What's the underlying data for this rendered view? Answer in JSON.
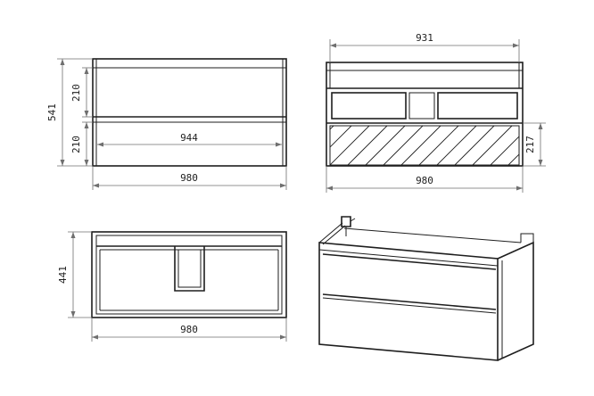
{
  "views": {
    "front": {
      "height_total": "541",
      "upper_drawer": "210",
      "lower_drawer": "210",
      "inner_width": "944",
      "width": "980"
    },
    "top": {
      "inner_width": "931",
      "width": "980",
      "basin_depth": "217"
    },
    "bottom": {
      "depth": "441",
      "width": "980"
    }
  },
  "colors": {
    "line": "#1e1e1e",
    "dimension": "#6f6f6f",
    "background": "#ffffff"
  }
}
